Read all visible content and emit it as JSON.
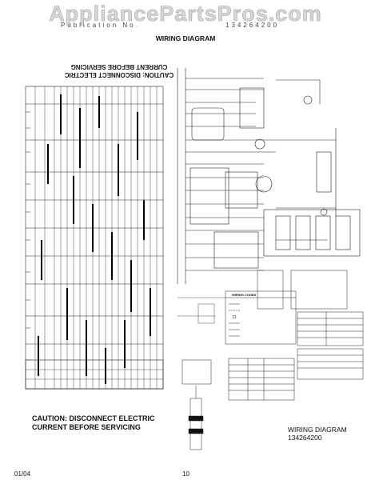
{
  "watermark": "AppliancePartsPros.com",
  "header": {
    "model": "Publication No.",
    "pub": "134264200",
    "title": "WIRING DIAGRAM"
  },
  "caution_upside": {
    "line1": "CAUTION: DISCONNECT ELECTRIC",
    "line2": "CURRENT BEFORE SERVICING"
  },
  "caution": {
    "line1": "CAUTION: DISCONNECT ELECTRIC",
    "line2": "CURRENT BEFORE SERVICING"
  },
  "diagram_label": {
    "line1": "WIRING DIAGRAM",
    "line2": "134264200"
  },
  "footer": {
    "date": "01/04",
    "page": "10"
  },
  "wire_codes_title": "WIRING CODES"
}
